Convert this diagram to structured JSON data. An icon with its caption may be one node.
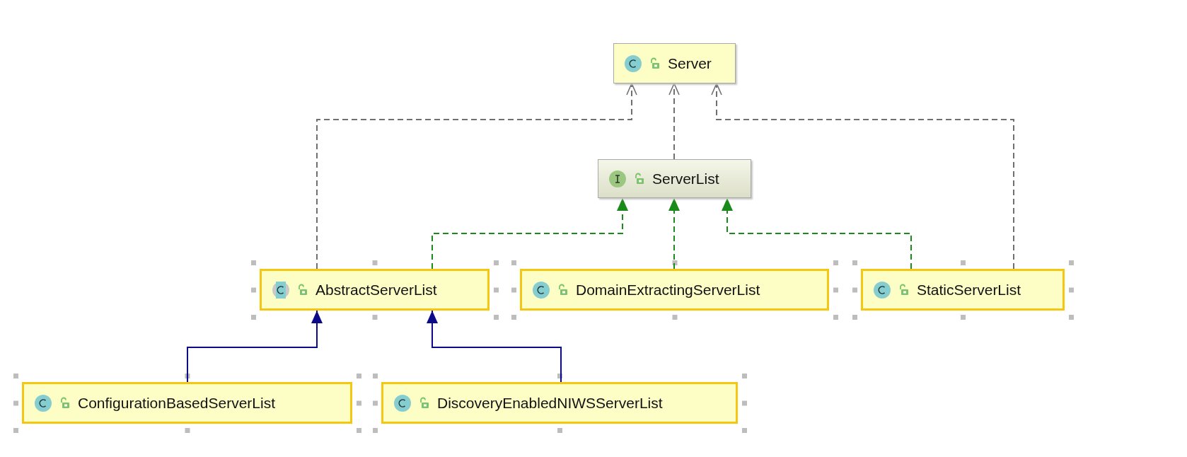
{
  "diagram": {
    "nodes": [
      {
        "text": [
          "Server"
        ]
      },
      {
        "text": [
          "ServerList"
        ]
      },
      {
        "text": [
          "AbstractServerList"
        ]
      },
      {
        "text": [
          "DomainExtractingServerList"
        ]
      },
      {
        "text": [
          "StaticServerList"
        ]
      },
      {
        "text": [
          "ConfigurationBasedServerList"
        ]
      },
      {
        "text": [
          "DiscoveryEnabledNIWSServerList"
        ]
      }
    ],
    "edges": [
      {
        "from": 2,
        "to": 0,
        "arrow": "to",
        "style": "dashed",
        "color": "#707070"
      },
      {
        "from": 1,
        "to": 0,
        "arrow": "to",
        "style": "dashed",
        "color": "#707070"
      },
      {
        "from": 4,
        "to": 0,
        "arrow": "to",
        "style": "dashed",
        "color": "#707070"
      },
      {
        "from": 2,
        "to": 1,
        "arrow": "to",
        "style": "dashed",
        "color": "#1a8a1a"
      },
      {
        "from": 3,
        "to": 1,
        "arrow": "to",
        "style": "dashed",
        "color": "#1a8a1a"
      },
      {
        "from": 4,
        "to": 1,
        "arrow": "to",
        "style": "dashed",
        "color": "#1a8a1a"
      },
      {
        "from": 5,
        "to": 2,
        "arrow": "to",
        "color": "#0b0b8a"
      },
      {
        "from": 6,
        "to": 2,
        "arrow": "to",
        "color": "#0b0b8a"
      }
    ]
  }
}
